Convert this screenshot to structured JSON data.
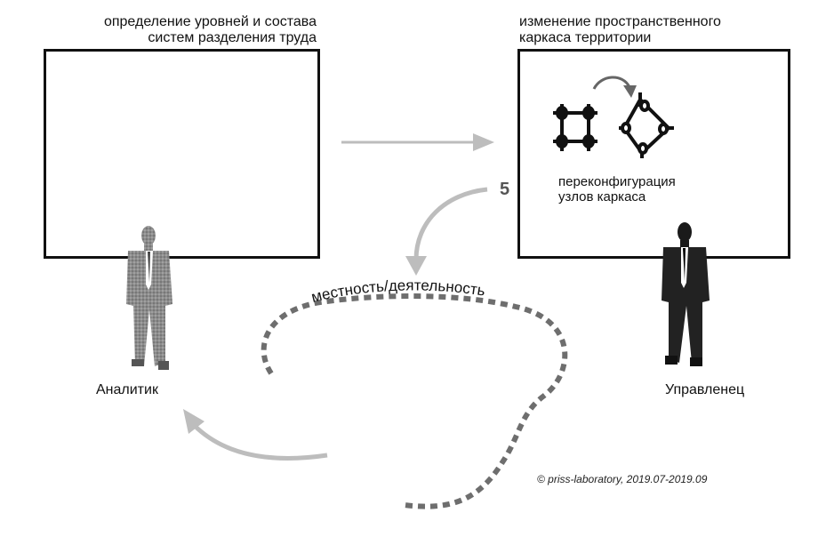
{
  "left_panel": {
    "title_line1": "определение уровней и состава",
    "title_line2": "систем разделения труда"
  },
  "right_panel": {
    "title_line1": "изменение пространственного",
    "title_line2": "каркаса территории",
    "caption_line1": "переконфигурация",
    "caption_line2": "узлов каркаса"
  },
  "step_number": "5",
  "curve_label": "местность/деятельность",
  "figures": {
    "analyst": "Аналитик",
    "manager": "Управленец"
  },
  "credit": "© priss-laboratory, 2019.07-2019.09",
  "colors": {
    "arrow_gray": "#bdbdbd",
    "dark_arrow": "#666666",
    "dotted_line": "#6e6e6e",
    "analyst_suit": "#8a8a8a",
    "manager_suit": "#222222"
  }
}
